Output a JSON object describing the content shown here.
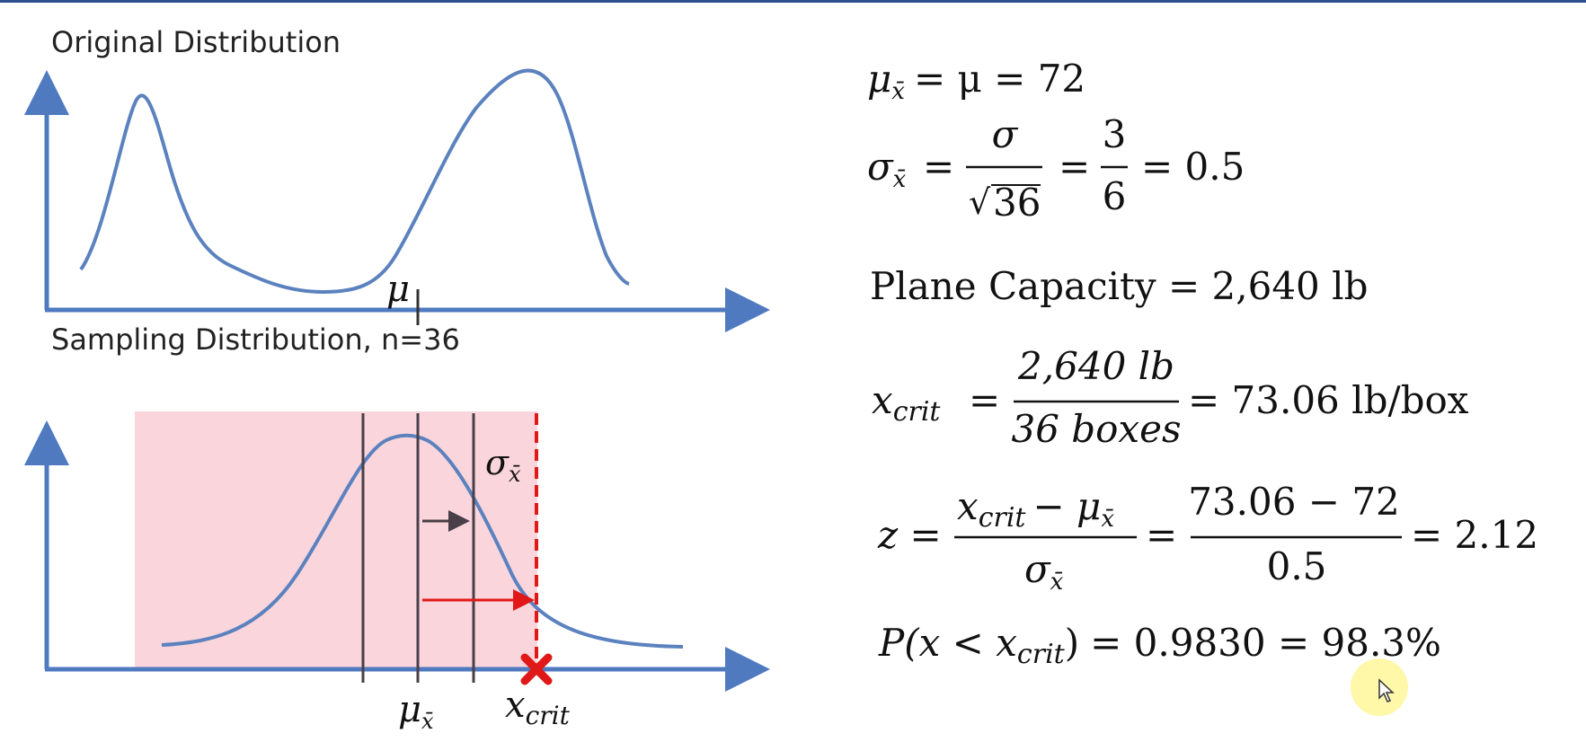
{
  "slide": {
    "original_title": "Original Distribution",
    "sampling_title": "Sampling Distribution, n=36",
    "colors": {
      "curve": "#5b82bf",
      "axis": "#4f7ac0",
      "shade": "#fad6dc",
      "red": "#e01818",
      "dark": "#4a3f48",
      "highlight": "#fff79a"
    }
  },
  "labels": {
    "mu": "μ",
    "mu_xbar": "μ",
    "x_crit": "x",
    "crit_sub": "crit",
    "sigma_xbar": "σ"
  },
  "equations": {
    "eq1": {
      "lhs": "μ",
      "rest": "= μ = 72"
    },
    "eq2": {
      "lhs": "σ",
      "eq": "=",
      "num": "σ",
      "den": "36",
      "eq2": "=",
      "num2": "3",
      "den2": "6",
      "result": "= 0.5"
    },
    "eq3": {
      "text": "Plane Capacity = 2,640 lb"
    },
    "eq4": {
      "lhs": "x",
      "sub": "crit",
      "eq": "=",
      "num": "2,640 lb",
      "den": "36 boxes",
      "result": "= 73.06 lb/box"
    },
    "eq5": {
      "lhs": "z =",
      "num_x": "x",
      "num_sub": "crit",
      "num_minus": "− μ",
      "den": "σ",
      "eq": "=",
      "num2": "73.06 − 72",
      "den2": "0.5",
      "result": "= 2.12"
    },
    "eq6": {
      "p": "P(x < x",
      "sub": "crit",
      "close": ")",
      "result": "= 0.9830 = 98.3%"
    }
  }
}
